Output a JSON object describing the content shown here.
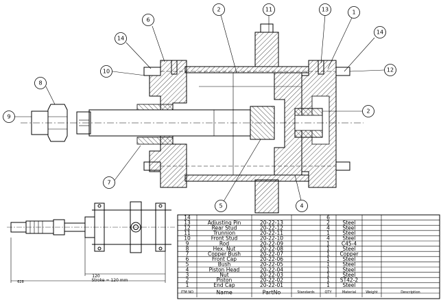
{
  "balloons": [
    {
      "id": "b-11",
      "label": "11"
    },
    {
      "id": "b-2-top",
      "label": "2"
    },
    {
      "id": "b-6",
      "label": "6"
    },
    {
      "id": "b-13",
      "label": "13"
    },
    {
      "id": "b-1",
      "label": "1"
    },
    {
      "id": "b-14-left",
      "label": "14"
    },
    {
      "id": "b-14-right",
      "label": "14"
    },
    {
      "id": "b-10",
      "label": "10"
    },
    {
      "id": "b-12",
      "label": "12"
    },
    {
      "id": "b-8",
      "label": "8"
    },
    {
      "id": "b-9",
      "label": "9"
    },
    {
      "id": "b-2-right",
      "label": "2"
    },
    {
      "id": "b-7",
      "label": "7"
    },
    {
      "id": "b-5",
      "label": "5"
    },
    {
      "id": "b-4",
      "label": "4"
    }
  ],
  "dimensions": {
    "stroke_label": "Stroke = 120 mm",
    "overall_length": "628",
    "stroke_length": "120"
  },
  "bom": {
    "headers": [
      "ITM NO",
      "Name",
      "PartNo",
      "Standards",
      "QTY",
      "Material",
      "Weight",
      "Description"
    ],
    "rows": [
      {
        "itm": "14",
        "name": "",
        "part": "",
        "std": "",
        "qty": "6",
        "mat": ""
      },
      {
        "itm": "13",
        "name": "Adjusting Pin",
        "part": "20-22-13",
        "std": "",
        "qty": "2",
        "mat": "Steel"
      },
      {
        "itm": "12",
        "name": "Rear Stud",
        "part": "20-22-12",
        "std": "",
        "qty": "4",
        "mat": "Steel"
      },
      {
        "itm": "11",
        "name": "Trunnion",
        "part": "20-22-11",
        "std": "",
        "qty": "1",
        "mat": "Steel"
      },
      {
        "itm": "10",
        "name": "Front Stud",
        "part": "20-22-10",
        "std": "",
        "qty": "4",
        "mat": "Steel"
      },
      {
        "itm": "9",
        "name": "Rod",
        "part": "20-22-09",
        "std": "",
        "qty": "1",
        "mat": "C45-4"
      },
      {
        "itm": "8",
        "name": "Hex. Nut",
        "part": "20-22-08",
        "std": "",
        "qty": "1",
        "mat": "Steel"
      },
      {
        "itm": "7",
        "name": "Copper Bush",
        "part": "20-22-07",
        "std": "",
        "qty": "1",
        "mat": "Copper"
      },
      {
        "itm": "6",
        "name": "Front Cap",
        "part": "20-22-06",
        "std": "",
        "qty": "1",
        "mat": "Steel"
      },
      {
        "itm": "5",
        "name": "Bush",
        "part": "20-22-05",
        "std": "",
        "qty": "1",
        "mat": "Steel"
      },
      {
        "itm": "4",
        "name": "Piston Head",
        "part": "20-22-04",
        "std": "",
        "qty": "1",
        "mat": "Steel"
      },
      {
        "itm": "3",
        "name": "Nut",
        "part": "20-22-03",
        "std": "",
        "qty": "1",
        "mat": "Steel"
      },
      {
        "itm": "2",
        "name": "Piston",
        "part": "20-22-02",
        "std": "",
        "qty": "1",
        "mat": "ST42-2"
      },
      {
        "itm": "1",
        "name": "End Cap",
        "part": "20-22-01",
        "std": "",
        "qty": "1",
        "mat": "Steel"
      }
    ]
  }
}
